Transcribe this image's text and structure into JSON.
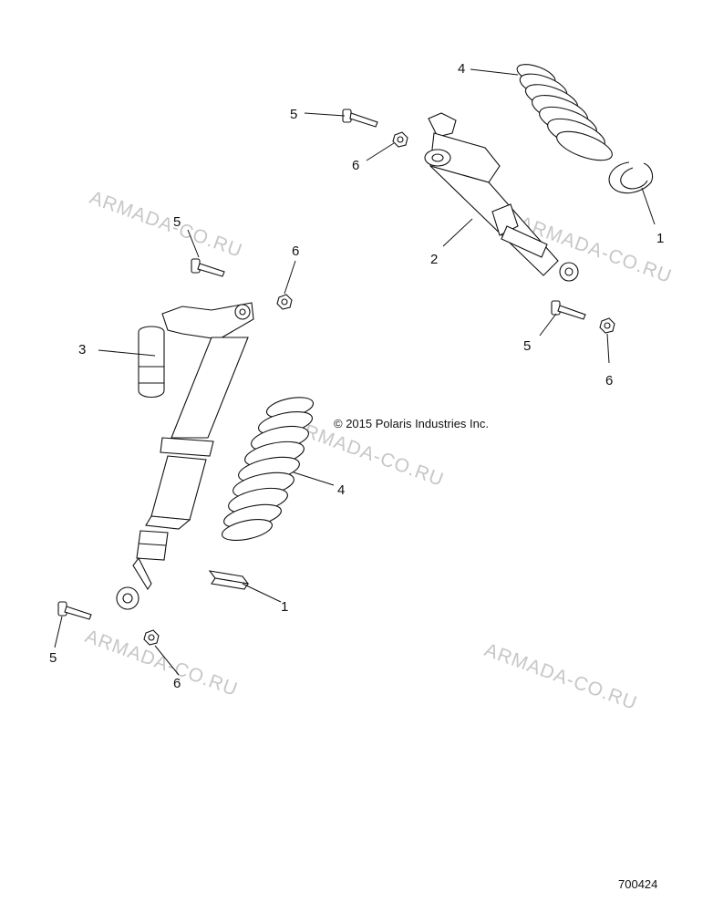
{
  "copyright": "© 2015 Polaris Industries Inc.",
  "diagram_id": "700424",
  "watermark": "ARMADA-CO.RU",
  "callouts": {
    "c1": "4",
    "c2": "5",
    "c3": "6",
    "c4": "1",
    "c5": "2",
    "c6": "5",
    "c7": "6",
    "c8": "3",
    "c9": "5",
    "c10": "6",
    "c11": "4",
    "c12": "1",
    "c13": "5",
    "c14": "6"
  },
  "colors": {
    "line": "#111111",
    "watermark": "#c7c7c7",
    "background": "#ffffff"
  }
}
